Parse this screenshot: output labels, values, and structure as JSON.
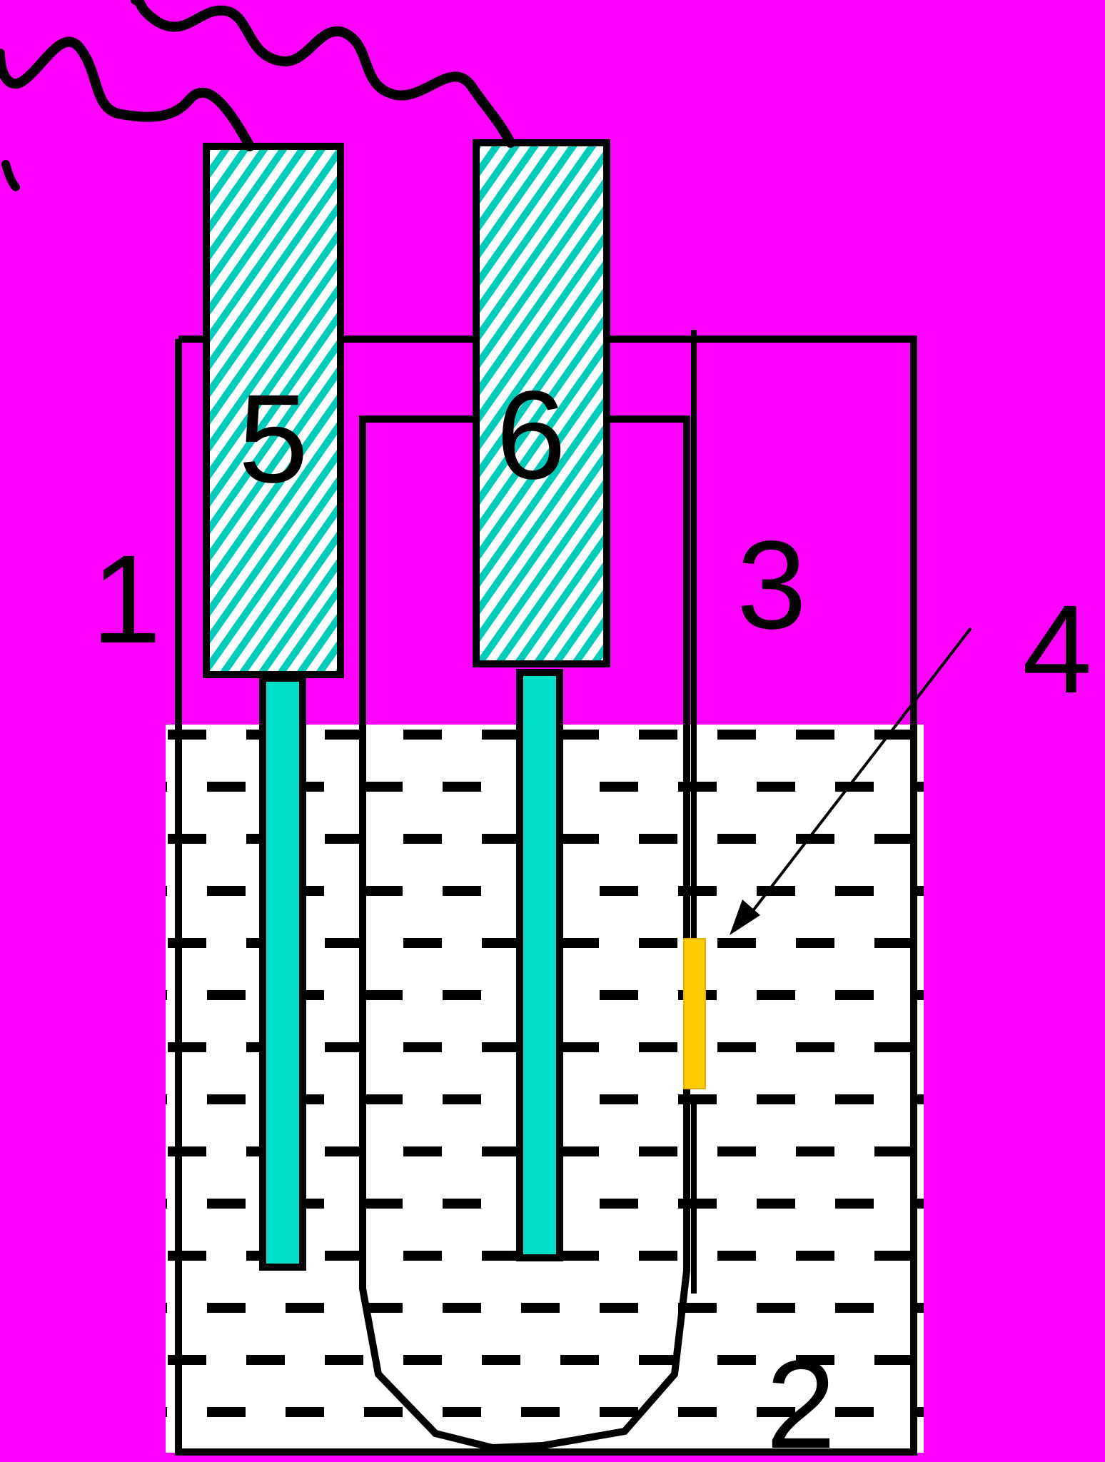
{
  "labels": {
    "n1": "1",
    "n2": "2",
    "n3": "3",
    "n4": "4",
    "n5": "5",
    "n6": "6"
  },
  "colors": {
    "background": "#FF00FF",
    "liquid": "#FFFFFF",
    "electrode": "#00E0C8",
    "element_4": "#FFCC00",
    "outline": "#000000"
  }
}
